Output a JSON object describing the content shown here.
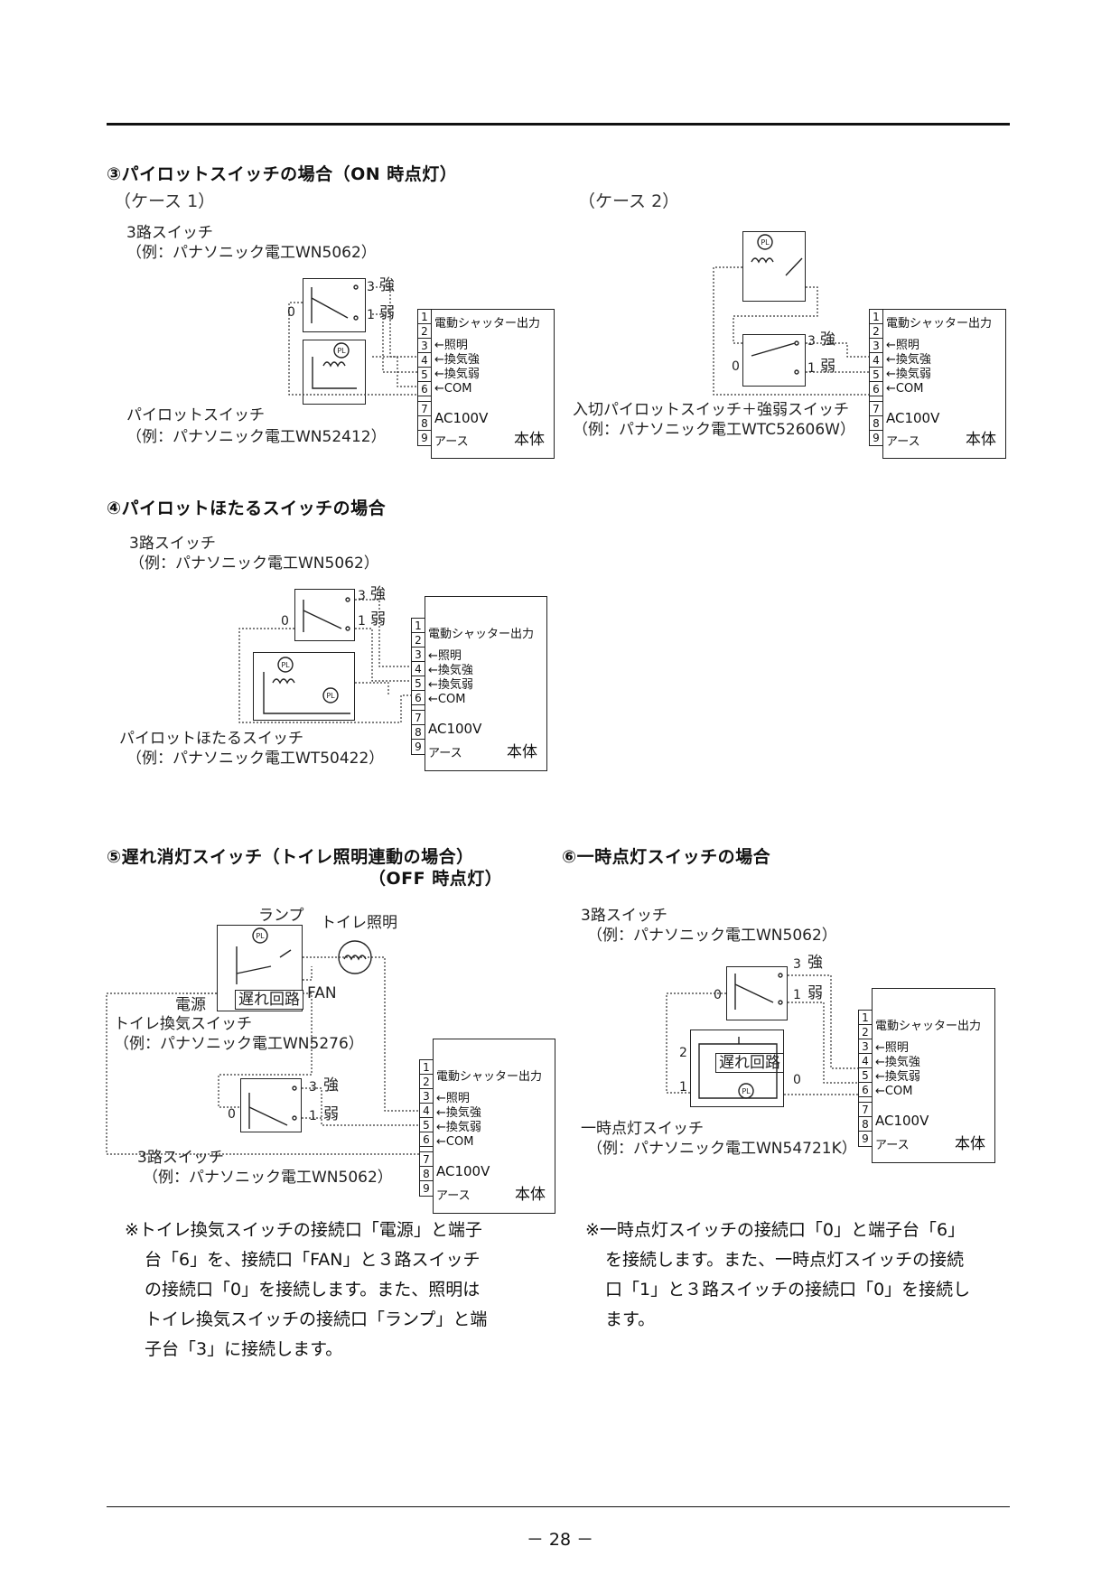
{
  "section3": {
    "heading": "③パイロットスイッチの場合（ON 時点灯）",
    "case1": "（ケース 1）",
    "case2": "（ケース 2）",
    "c1_switch3": "3路スイッチ",
    "c1_switch3_ex": "（例：パナソニック電工WN5062）",
    "c1_pilot": "パイロットスイッチ",
    "c1_pilot_ex": "（例：パナソニック電工WN52412）",
    "c2_switch": "入切パイロットスイッチ＋強弱スイッチ",
    "c2_switch_ex": "（例：パナソニック電工WTC52606W）"
  },
  "section4": {
    "heading": "④パイロットほたるスイッチの場合",
    "switch3": "3路スイッチ",
    "switch3_ex": "（例：パナソニック電工WN5062）",
    "hotaru": "パイロットほたるスイッチ",
    "hotaru_ex": "（例：パナソニック電工WT50422）"
  },
  "section5": {
    "heading": "⑤遅れ消灯スイッチ（トイレ照明連動の場合）",
    "heading2": "（OFF 時点灯）",
    "lamp": "ランプ",
    "toilet_light": "トイレ照明",
    "power": "電源",
    "delay": "遅れ回路",
    "fan": "FAN",
    "toilet_fan_switch": "トイレ換気スイッチ",
    "toilet_fan_switch_ex": "（例：パナソニック電工WN5276）",
    "switch3": "3路スイッチ",
    "switch3_ex": "（例：パナソニック電工WN5062）",
    "note": [
      "※トイレ換気スイッチの接続口「電源」と端子",
      "台「6」を、接続口「FAN」と３路スイッチ",
      "の接続口「0」を接続します。また、照明は",
      "トイレ換気スイッチの接続口「ランプ」と端",
      "子台「3」に接続します。"
    ]
  },
  "section6": {
    "heading": "⑥一時点灯スイッチの場合",
    "switch3": "3路スイッチ",
    "switch3_ex": "（例：パナソニック電工WN5062）",
    "delay": "遅れ回路",
    "temp_switch": "一時点灯スイッチ",
    "temp_switch_ex": "（例：パナソニック電工WN54721K）",
    "note": [
      "※一時点灯スイッチの接続口「0」と端子台「6」",
      "を接続します。また、一時点灯スイッチの接続",
      "口「1」と３路スイッチの接続口「0」を接続し",
      "ます。"
    ]
  },
  "terminal": {
    "numbers": [
      "1",
      "2",
      "3",
      "4",
      "5",
      "6",
      "7",
      "8",
      "9"
    ],
    "shutter": "電動シャッター出力",
    "light": "←照明",
    "strong": "←換気強",
    "weak": "←換気弱",
    "com": "←COM",
    "ac": "AC100V",
    "earth": "アース",
    "body": "本体"
  },
  "switch_marks": {
    "t0": "0",
    "t1": "1",
    "t2": "2",
    "t3": "3",
    "strong": "強",
    "weak": "弱",
    "pl": "PL"
  },
  "page_number": "－ 28 －"
}
